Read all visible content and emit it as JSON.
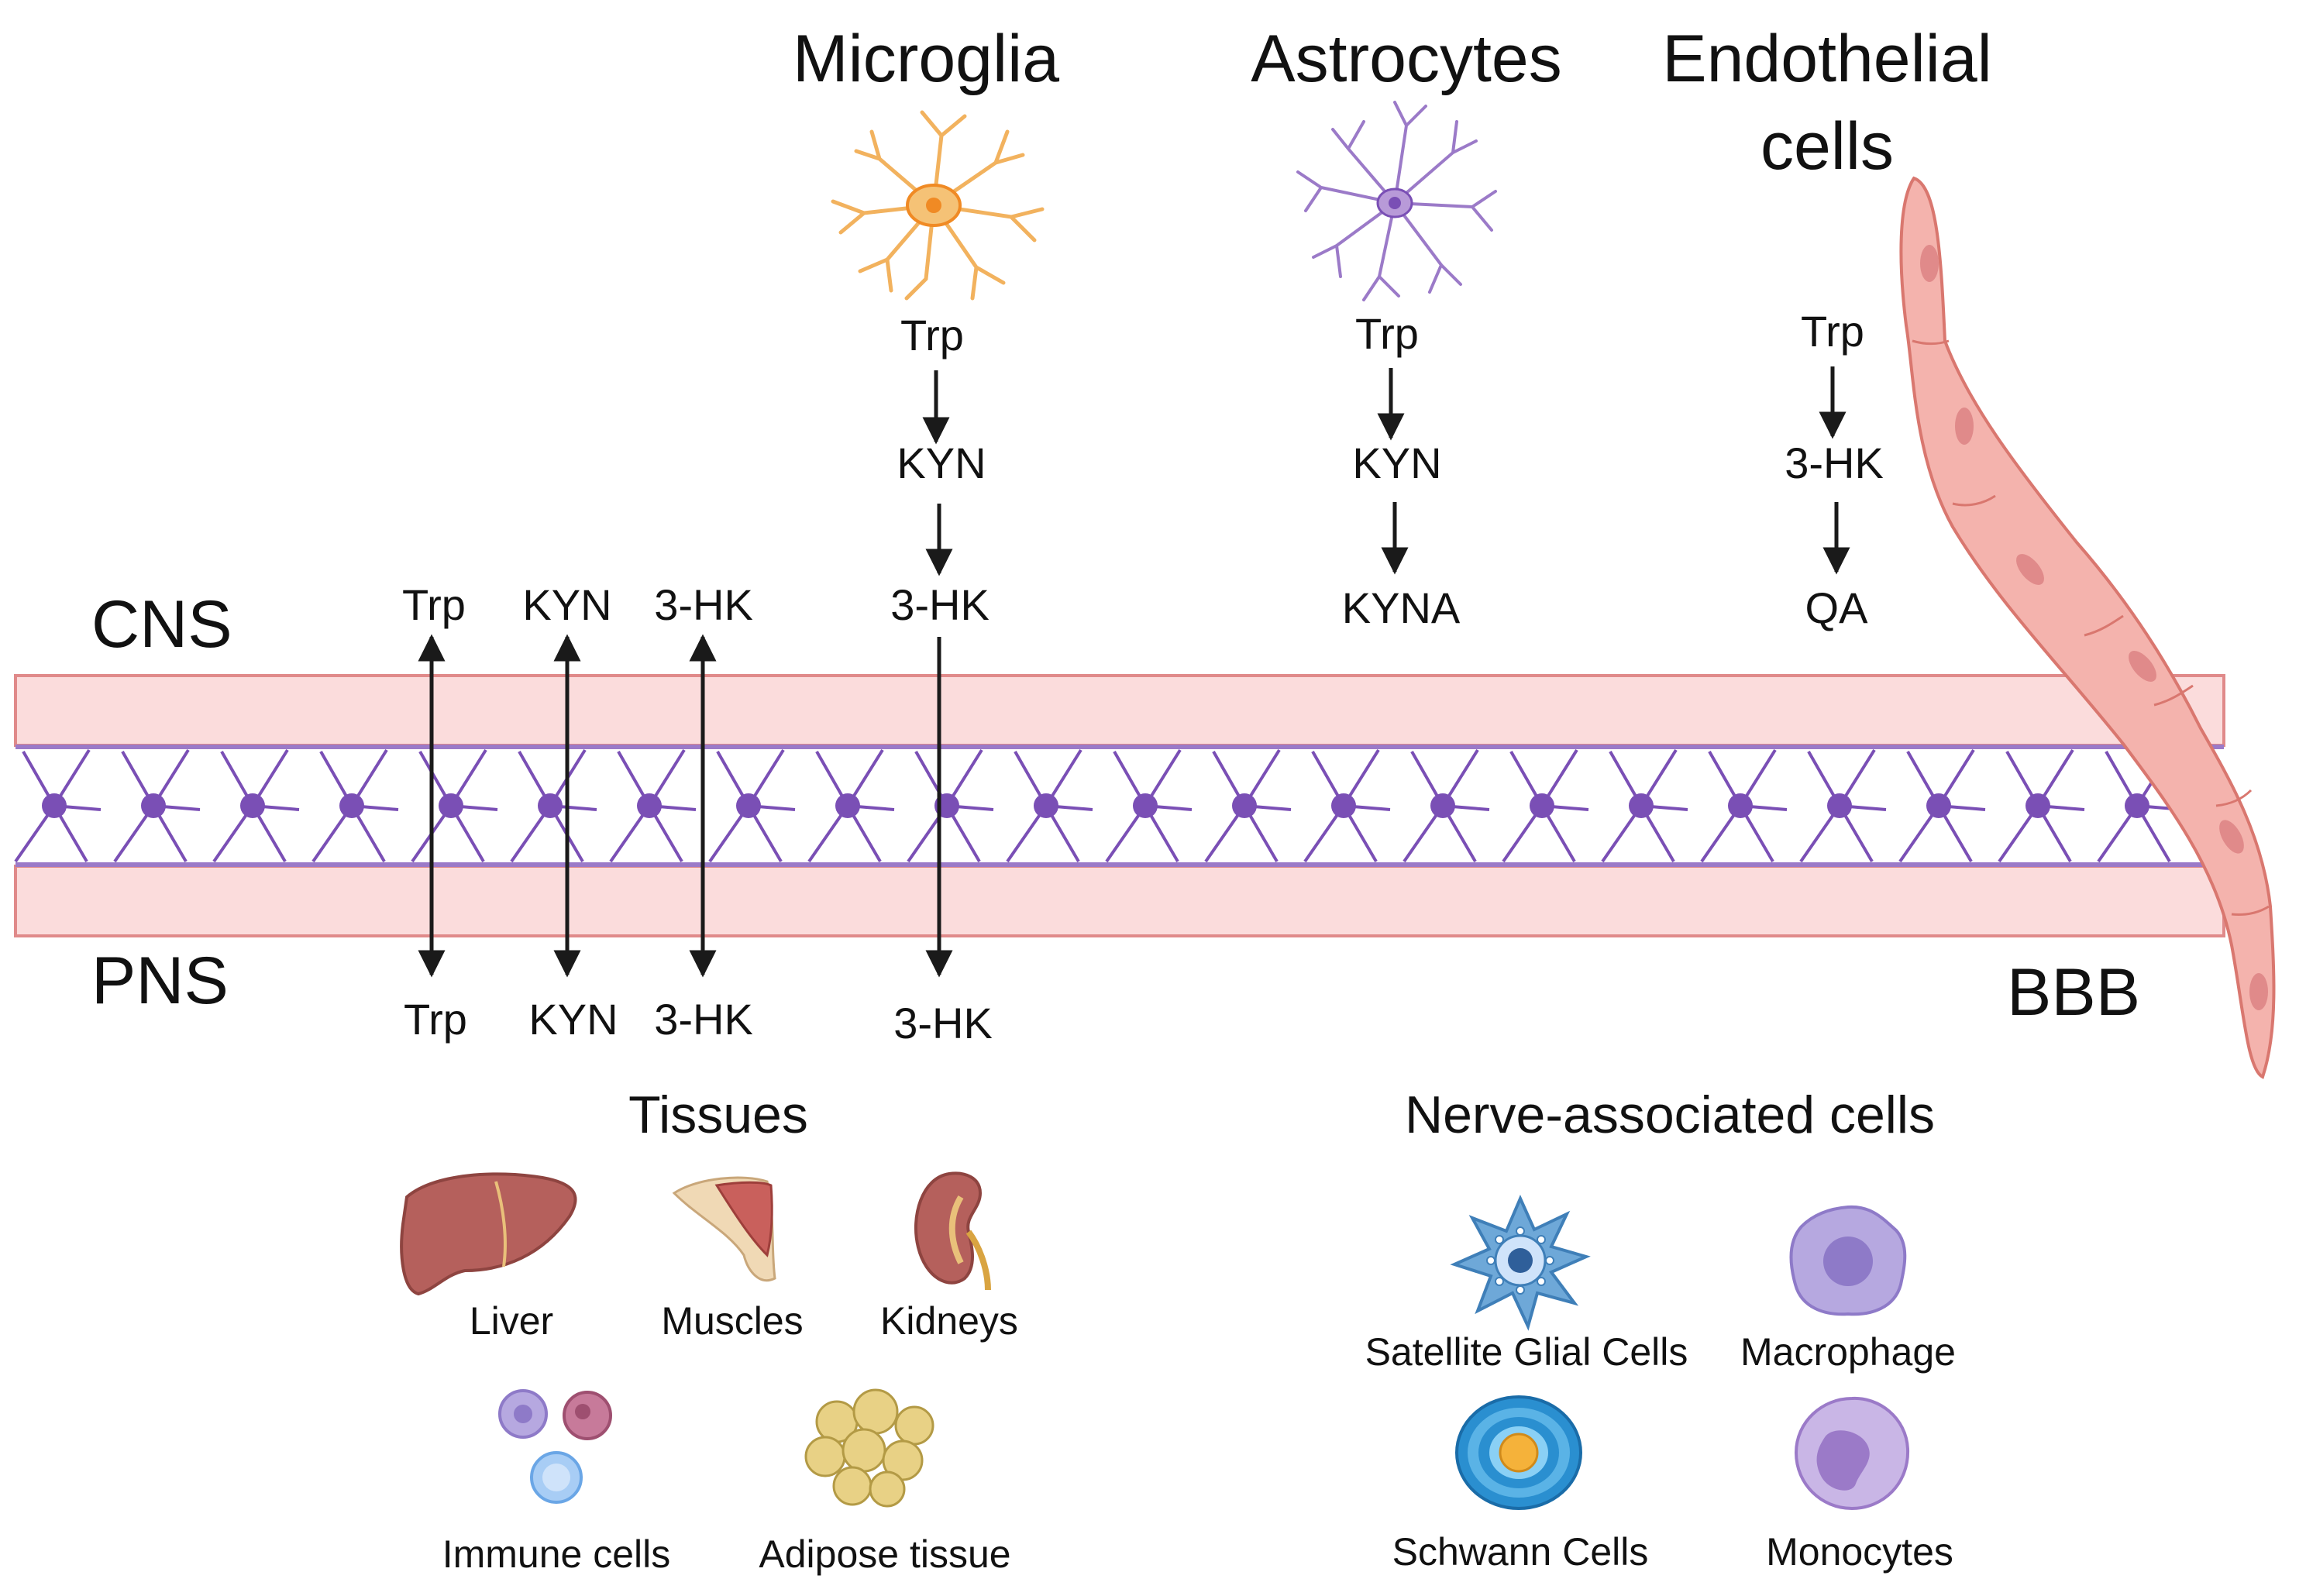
{
  "regions": {
    "cns": "CNS",
    "pns": "PNS",
    "bbb": "BBB"
  },
  "columns": [
    {
      "title": "Microglia",
      "steps": [
        "Trp",
        "KYN",
        "3-HK"
      ],
      "cell_color": "#f2b25e",
      "body_color": "#f08a24"
    },
    {
      "title": "Astrocytes",
      "steps": [
        "Trp",
        "KYN",
        "KYNA"
      ],
      "cell_color": "#9b7ac8",
      "body_color": "#7a4fb5"
    },
    {
      "title_line1": "Endothelial",
      "title_line2": "cells",
      "steps": [
        "Trp",
        "3-HK",
        "QA"
      ],
      "cell_color": "#f4b3ad"
    }
  ],
  "transport": {
    "cns": [
      "Trp",
      "KYN",
      "3-HK",
      "3-HK"
    ],
    "pns": [
      "Trp",
      "KYN",
      "3-HK",
      "3-HK"
    ]
  },
  "tissues": {
    "title": "Tissues",
    "items": [
      "Liver",
      "Muscles",
      "Kidneys",
      "Immune cells",
      "Adipose tissue"
    ]
  },
  "nerve_cells": {
    "title": "Nerve-associated cells",
    "items": [
      "Satellite Glial Cells",
      "Macrophage",
      "Schwann Cells",
      "Monocytes"
    ]
  },
  "colors": {
    "barrier_fill": "#fbdcdc",
    "barrier_edge": "#e08a8a",
    "neuron": "#7a4fb5",
    "arrow": "#1a1a1a"
  },
  "icons": [
    "microglia-icon",
    "astrocyte-icon",
    "endothelial-cell-chain-icon",
    "liver-icon",
    "muscle-icon",
    "kidney-icon",
    "immune-cells-icon",
    "adipose-tissue-icon",
    "satellite-glial-cell-icon",
    "macrophage-icon",
    "schwann-cell-icon",
    "monocyte-icon"
  ]
}
